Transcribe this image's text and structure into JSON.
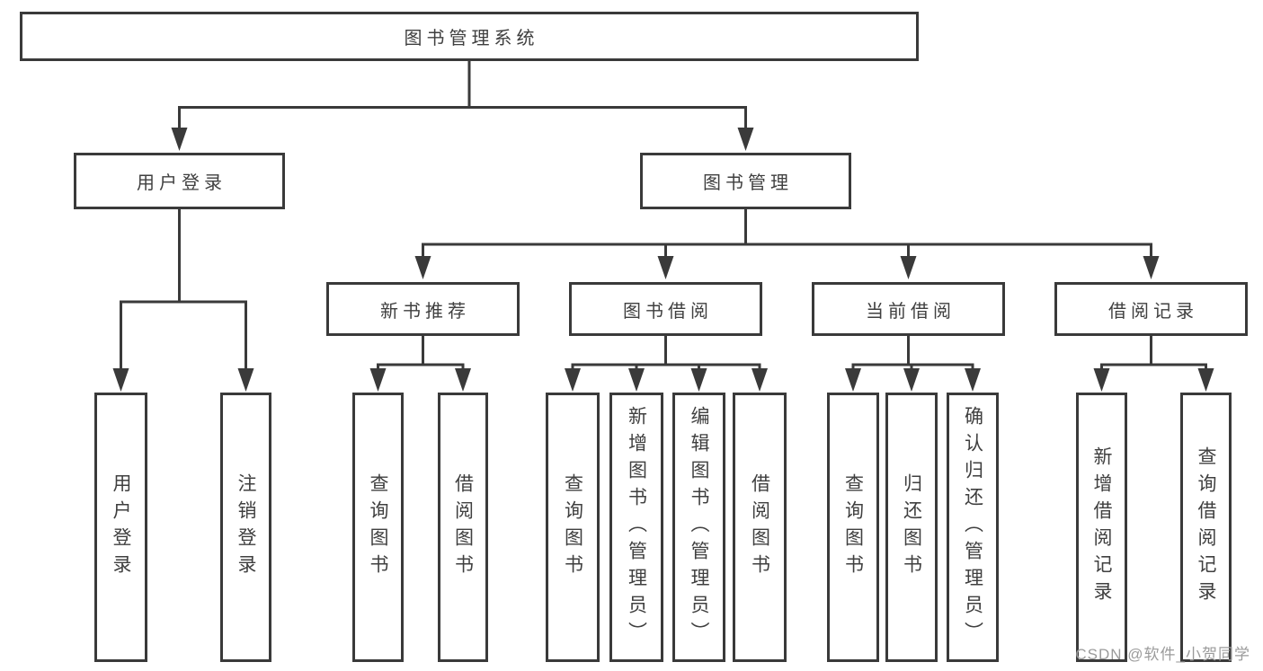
{
  "watermark": "CSDN @软件_小贺同学",
  "colors": {
    "line": "#3a3a3a",
    "box_border": "#3a3a3a",
    "text": "#3f3f3f",
    "watermark_text": "#9b9b9b",
    "background": "#ffffff"
  },
  "chart_type": "hierarchy-diagram",
  "tree": {
    "root": "图书管理系统",
    "branches": [
      {
        "label": "用户登录",
        "children": [
          "用户登录",
          "注销登录"
        ]
      },
      {
        "label": "图书管理",
        "groups": [
          {
            "label": "新书推荐",
            "children": [
              "查询图书",
              "借阅图书"
            ]
          },
          {
            "label": "图书借阅",
            "children": [
              "查询图书",
              "新增图书（管理员）",
              "编辑图书（管理员）",
              "借阅图书"
            ]
          },
          {
            "label": "当前借阅",
            "children": [
              "查询图书",
              "归还图书",
              "确认归还（管理员）"
            ]
          },
          {
            "label": "借阅记录",
            "children": [
              "新增借阅记录",
              "查询借阅记录"
            ]
          }
        ]
      }
    ]
  }
}
